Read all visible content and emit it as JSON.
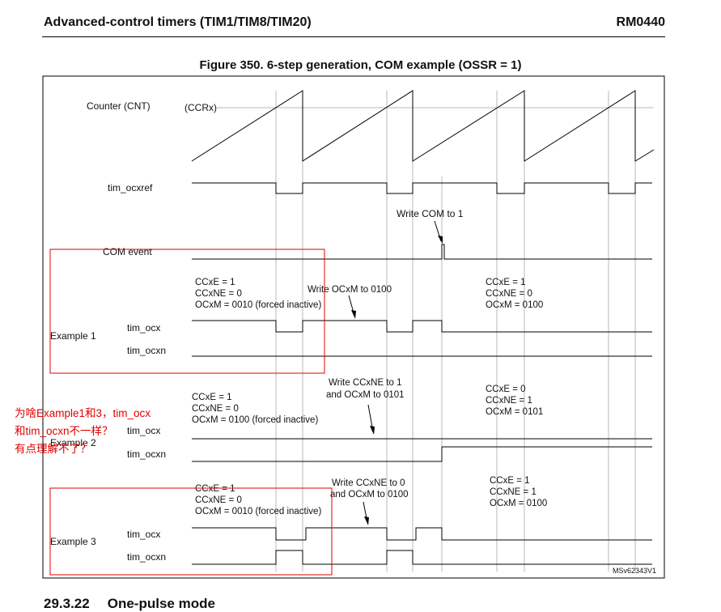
{
  "header": {
    "left": "Advanced-control timers (TIM1/TIM8/TIM20)",
    "right": "RM0440"
  },
  "figure": {
    "title": "Figure 350. 6-step generation, COM example (OSSR = 1)",
    "signals": {
      "counter": "Counter (CNT)",
      "ccrx": "(CCRx)",
      "ocxref": "tim_ocxref",
      "com_event": "COM event",
      "ocx": "tim_ocx",
      "ocxn": "tim_ocxn"
    },
    "write_com": "Write COM to 1",
    "examples": [
      {
        "label": "Example 1",
        "before": [
          "CCxE = 1",
          "CCxNE = 0",
          "OCxM = 0010 (forced inactive)"
        ],
        "write": [
          "Write OCxM to 0100"
        ],
        "after": [
          "CCxE = 1",
          "CCxNE = 0",
          "OCxM = 0100"
        ]
      },
      {
        "label": "Example 2",
        "before": [
          "CCxE = 1",
          "CCxNE = 0",
          "OCxM = 0100 (forced inactive)"
        ],
        "write": [
          "Write CCxNE to 1",
          "and OCxM to 0101"
        ],
        "after": [
          "CCxE = 0",
          "CCxNE = 1",
          "OCxM = 0101"
        ]
      },
      {
        "label": "Example 3",
        "before": [
          "CCxE = 1",
          "CCxNE = 0",
          "OCxM = 0010 (forced inactive)"
        ],
        "write": [
          "Write CCxNE to 0",
          "and OCxM to 0100"
        ],
        "after": [
          "CCxE = 1",
          "CCxNE = 1",
          "OCxM = 0100"
        ]
      }
    ],
    "ref_code": "MSv62343V1"
  },
  "comment": [
    "为啥Example1和3，tim_ocx",
    "和tim_ocxn不一样？",
    "有点理解不了？"
  ],
  "section": {
    "number": "29.3.22",
    "title": "One-pulse mode"
  },
  "colors": {
    "annotation": "#e00000",
    "guide": "#b8b8b8"
  }
}
